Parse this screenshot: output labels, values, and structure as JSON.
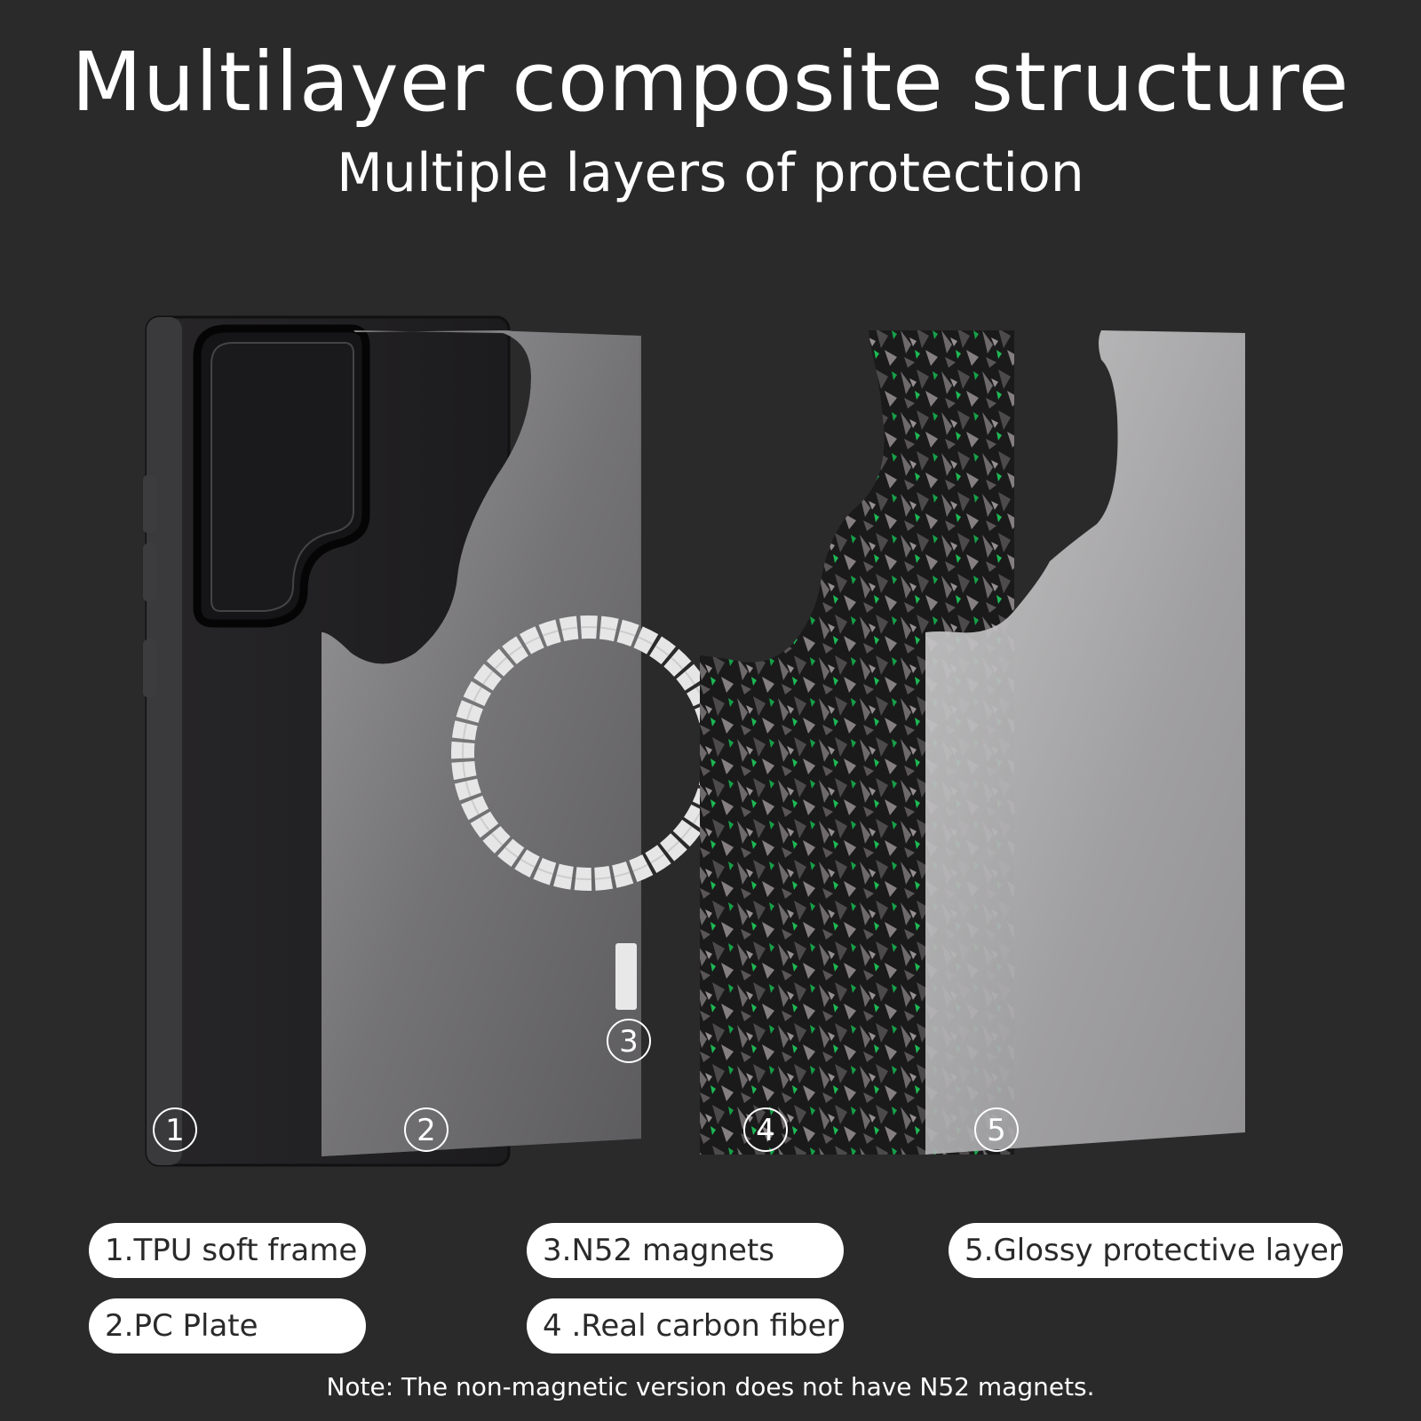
{
  "header": {
    "title": "Multilayer composite structure",
    "subtitle": "Multiple layers of protection"
  },
  "layers": {
    "markers": [
      "①",
      "②",
      "③",
      "④",
      "⑤"
    ]
  },
  "labels": [
    "1.TPU soft frame",
    "2.PC  Plate",
    "3.N52 magnets",
    "4 .Real carbon fiber",
    "5.Glossy protective layer"
  ],
  "footer": {
    "note": "Note: The non-magnetic version does not have N52 magnets."
  },
  "colors": {
    "background": "#2b2a2b",
    "carbon_accent": "#1db954",
    "pill": "#ffffff"
  }
}
